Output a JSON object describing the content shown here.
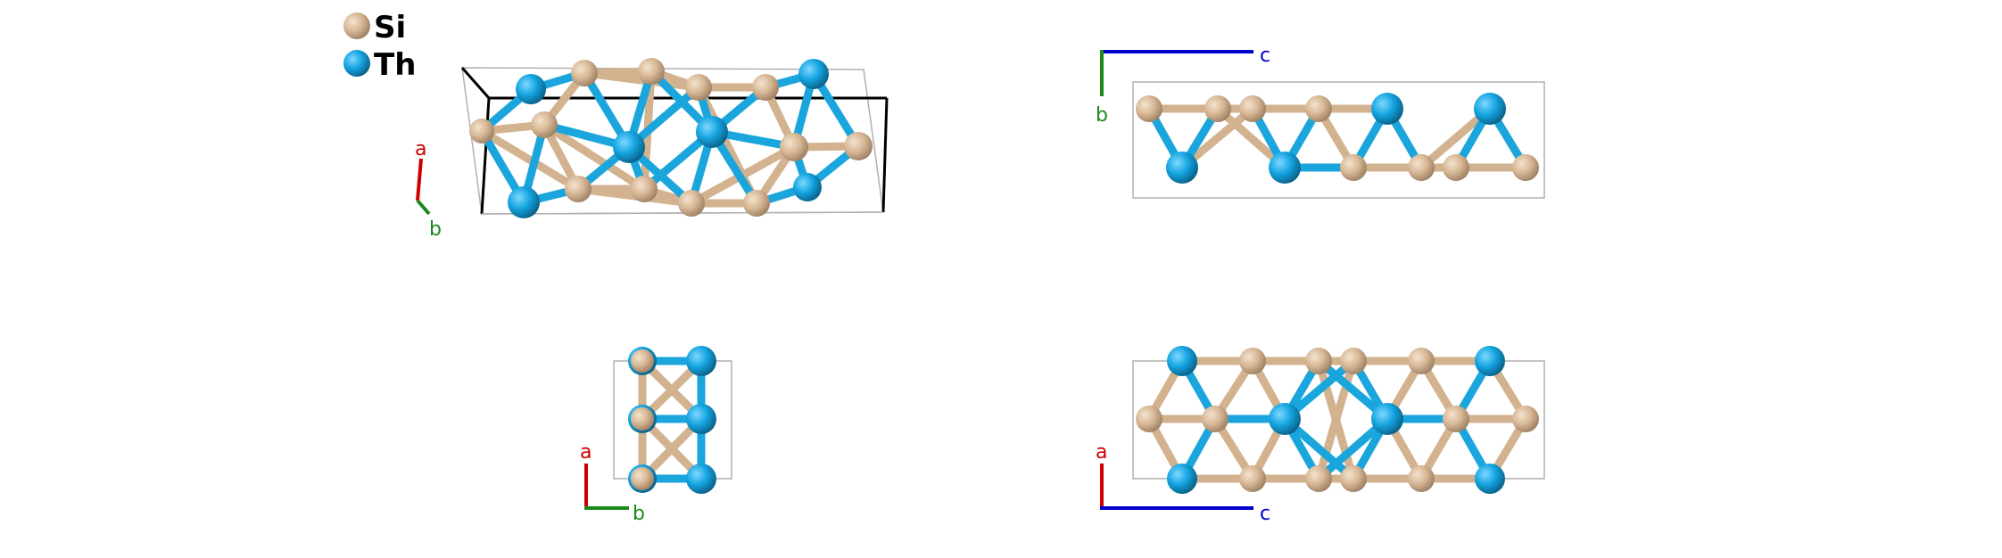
{
  "legend": [
    {
      "label": "Si",
      "color": "#d2b28f"
    },
    {
      "label": "Th",
      "color": "#1aa6dd"
    }
  ],
  "axis_colors": {
    "a": "#cc0000",
    "b": "#1a8a1a",
    "c": "#0000cc"
  },
  "views": [
    {
      "axes": [
        "a",
        "b"
      ]
    },
    {
      "axes": [
        "c",
        "b"
      ]
    },
    {
      "axes": [
        "a",
        "b"
      ]
    },
    {
      "axes": [
        "a",
        "c"
      ]
    }
  ]
}
